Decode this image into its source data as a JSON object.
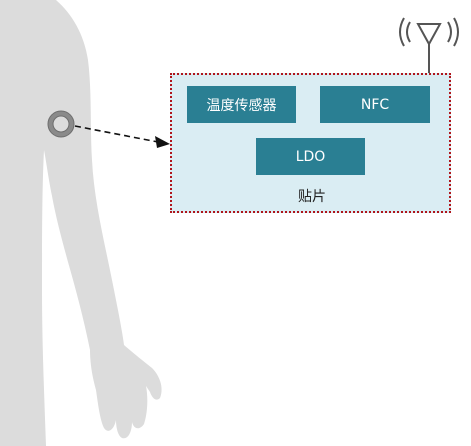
{
  "diagram": {
    "patch": {
      "label": "贴片",
      "border_color": "#b0151b",
      "fill_color": "#daedf3"
    },
    "modules": {
      "temperature_sensor": "温度传感器",
      "nfc": "NFC",
      "ldo": "LDO"
    },
    "module_color": "#2a7f93",
    "icons": {
      "body": "human-arm-silhouette",
      "sensor_point": "sensor-ring-icon",
      "antenna": "antenna-icon"
    }
  }
}
